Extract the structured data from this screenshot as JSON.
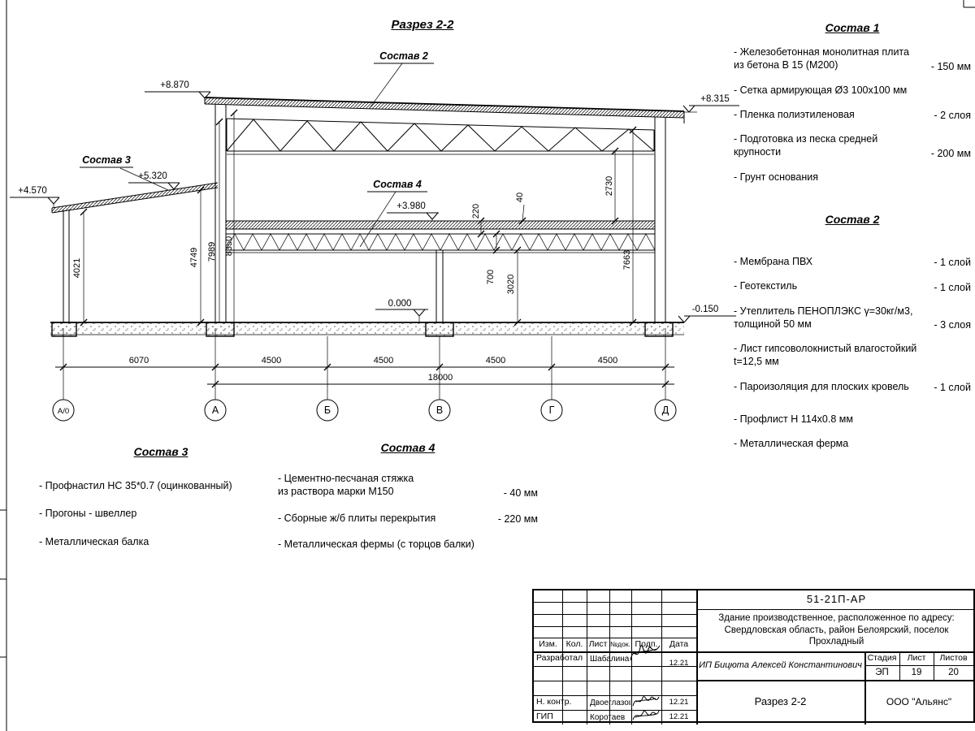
{
  "page_title": "Разрез 2-2",
  "drawing": {
    "labels": {
      "sostav2": "Состав 2",
      "sostav3": "Состав 3",
      "sostav4": "Состав 4"
    },
    "elevations": {
      "top_left": "+8.870",
      "top_right": "+8.315",
      "annex_peak": "+5.320",
      "annex_left": "+4.570",
      "mid_floor": "+3.980",
      "zero": "0.000",
      "below_zero": "-0.150"
    },
    "vertical_dims": {
      "annex_left": "4021",
      "annex_right": "4749",
      "wall_inner": "7989",
      "wall_outer": "8350",
      "slab": "220",
      "screed": "40",
      "floor_truss": "700",
      "ground_clear": "3020",
      "truss_right": "2730",
      "right_wall": "7663"
    },
    "bottom_dims": [
      "6070",
      "4500",
      "4500",
      "4500",
      "4500"
    ],
    "total_dim": "18000",
    "axes": [
      "А/0",
      "А",
      "Б",
      "В",
      "Г",
      "Д"
    ]
  },
  "sostav1": {
    "title": "Состав 1",
    "items": [
      {
        "text": "- Железобетонная  монолитная плита\nиз бетона В 15 (М200)",
        "value": "- 150 мм"
      },
      {
        "text": "- Сетка армирующая Ø3 100x100 мм",
        "value": ""
      },
      {
        "text": "- Пленка полиэтиленовая",
        "value": "- 2 слоя"
      },
      {
        "text": "- Подготовка из песка средней\nкрупности",
        "value": "- 200 мм"
      },
      {
        "text": "- Грунт основания",
        "value": ""
      }
    ]
  },
  "sostav2": {
    "title": "Состав 2",
    "items": [
      {
        "text": "- Мембрана ПВХ",
        "value": "- 1 слой"
      },
      {
        "text": "- Геотекстиль",
        "value": "- 1 слой"
      },
      {
        "text": "- Утеплитель ПЕНОПЛЭКС γ=30кг/м3,\nтолщиной 50 мм",
        "value": "- 3 слоя"
      },
      {
        "text": "- Лист гипсоволокнистый влагостойкий\nt=12,5 мм",
        "value": ""
      },
      {
        "text": "- Пароизоляция для плоских кровель",
        "value": "- 1 слой"
      },
      {
        "text": "- Профлист Н 114х0.8 мм",
        "value": ""
      },
      {
        "text": "- Металлическая ферма",
        "value": ""
      }
    ]
  },
  "sostav3": {
    "title": "Состав 3",
    "items": [
      {
        "text": "- Профнастил НС 35*0.7 (оцинкованный)",
        "value": ""
      },
      {
        "text": "- Прогоны - швеллер",
        "value": ""
      },
      {
        "text": "- Металлическая балка",
        "value": ""
      }
    ]
  },
  "sostav4": {
    "title": "Состав 4",
    "items": [
      {
        "text": "- Цементно-песчаная стяжка\nиз раствора марки М150",
        "value": "- 40 мм"
      },
      {
        "text": "- Сборные ж/б плиты перекрытия",
        "value": "- 220 мм"
      },
      {
        "text": "- Металлическая фермы (с торцов балки)",
        "value": ""
      }
    ]
  },
  "titleblock": {
    "doc_number": "51-21П-АР",
    "project_desc": "Здание производственное, расположенное по адресу:\nСвердловская область, район Белоярский, поселок\nПрохладный",
    "cols": {
      "izm": "Изм.",
      "kol": "Кол.",
      "list": "Лист",
      "ndoc": "№док.",
      "podp": "Подп.",
      "data": "Дата"
    },
    "rows": [
      {
        "role": "Разработал",
        "name": "Шабалина",
        "date": "12.21"
      },
      {
        "role": "Н. контр.",
        "name": "Двоеглазов",
        "date": "12.21"
      },
      {
        "role": "ГИП",
        "name": "Коротаев",
        "date": "12.21"
      }
    ],
    "customer": "ИП Бицюта Алексей Константинович",
    "stage_label": "Стадия",
    "sheet_label": "Лист",
    "sheets_label": "Листов",
    "stage": "ЭП",
    "sheet": "19",
    "sheets": "20",
    "sheet_title": "Разрез 2-2",
    "company": "ООО \"Альянс\""
  }
}
